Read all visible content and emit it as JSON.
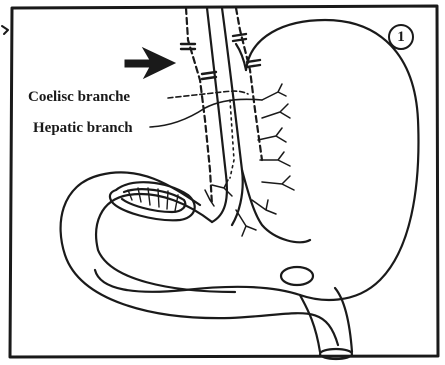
{
  "panel_number": "1",
  "labels": {
    "coeliac": "Coelisc branche",
    "hepatic": "Hepatic branch"
  },
  "colors": {
    "ink": "#1a1a1a",
    "background": "#ffffff"
  }
}
